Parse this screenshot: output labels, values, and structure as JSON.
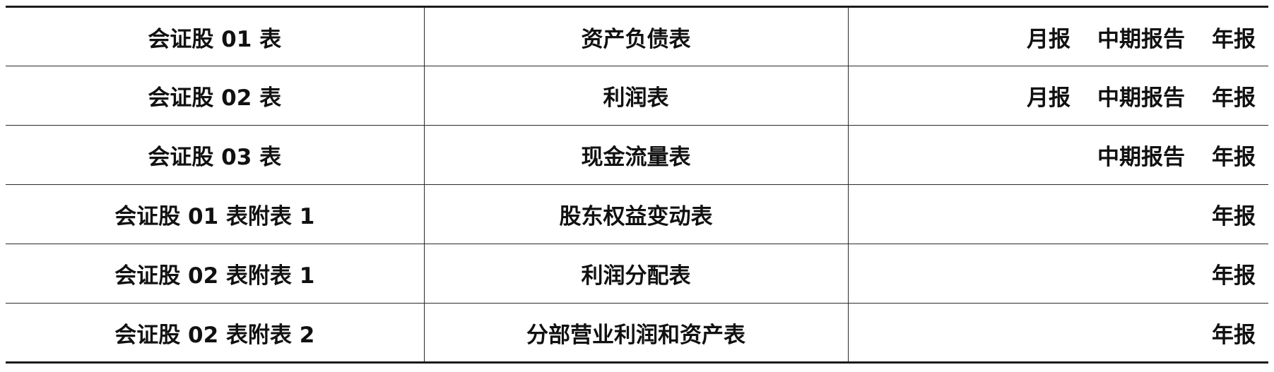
{
  "table": {
    "rows": [
      {
        "code": "会证股 01 表",
        "name": "资产负债表",
        "periods": [
          "月报",
          "中期报告",
          "年报"
        ]
      },
      {
        "code": "会证股 02 表",
        "name": "利润表",
        "periods": [
          "月报",
          "中期报告",
          "年报"
        ]
      },
      {
        "code": "会证股 03 表",
        "name": "现金流量表",
        "periods": [
          "",
          "中期报告",
          "年报"
        ]
      },
      {
        "code": "会证股 01 表附表 1",
        "name": "股东权益变动表",
        "periods": [
          "",
          "",
          "年报"
        ]
      },
      {
        "code": "会证股 02 表附表 1",
        "name": "利润分配表",
        "periods": [
          "",
          "",
          "年报"
        ]
      },
      {
        "code": "会证股 02 表附表 2",
        "name": "分部营业利润和资产表",
        "periods": [
          "",
          "",
          "年报"
        ]
      }
    ]
  }
}
